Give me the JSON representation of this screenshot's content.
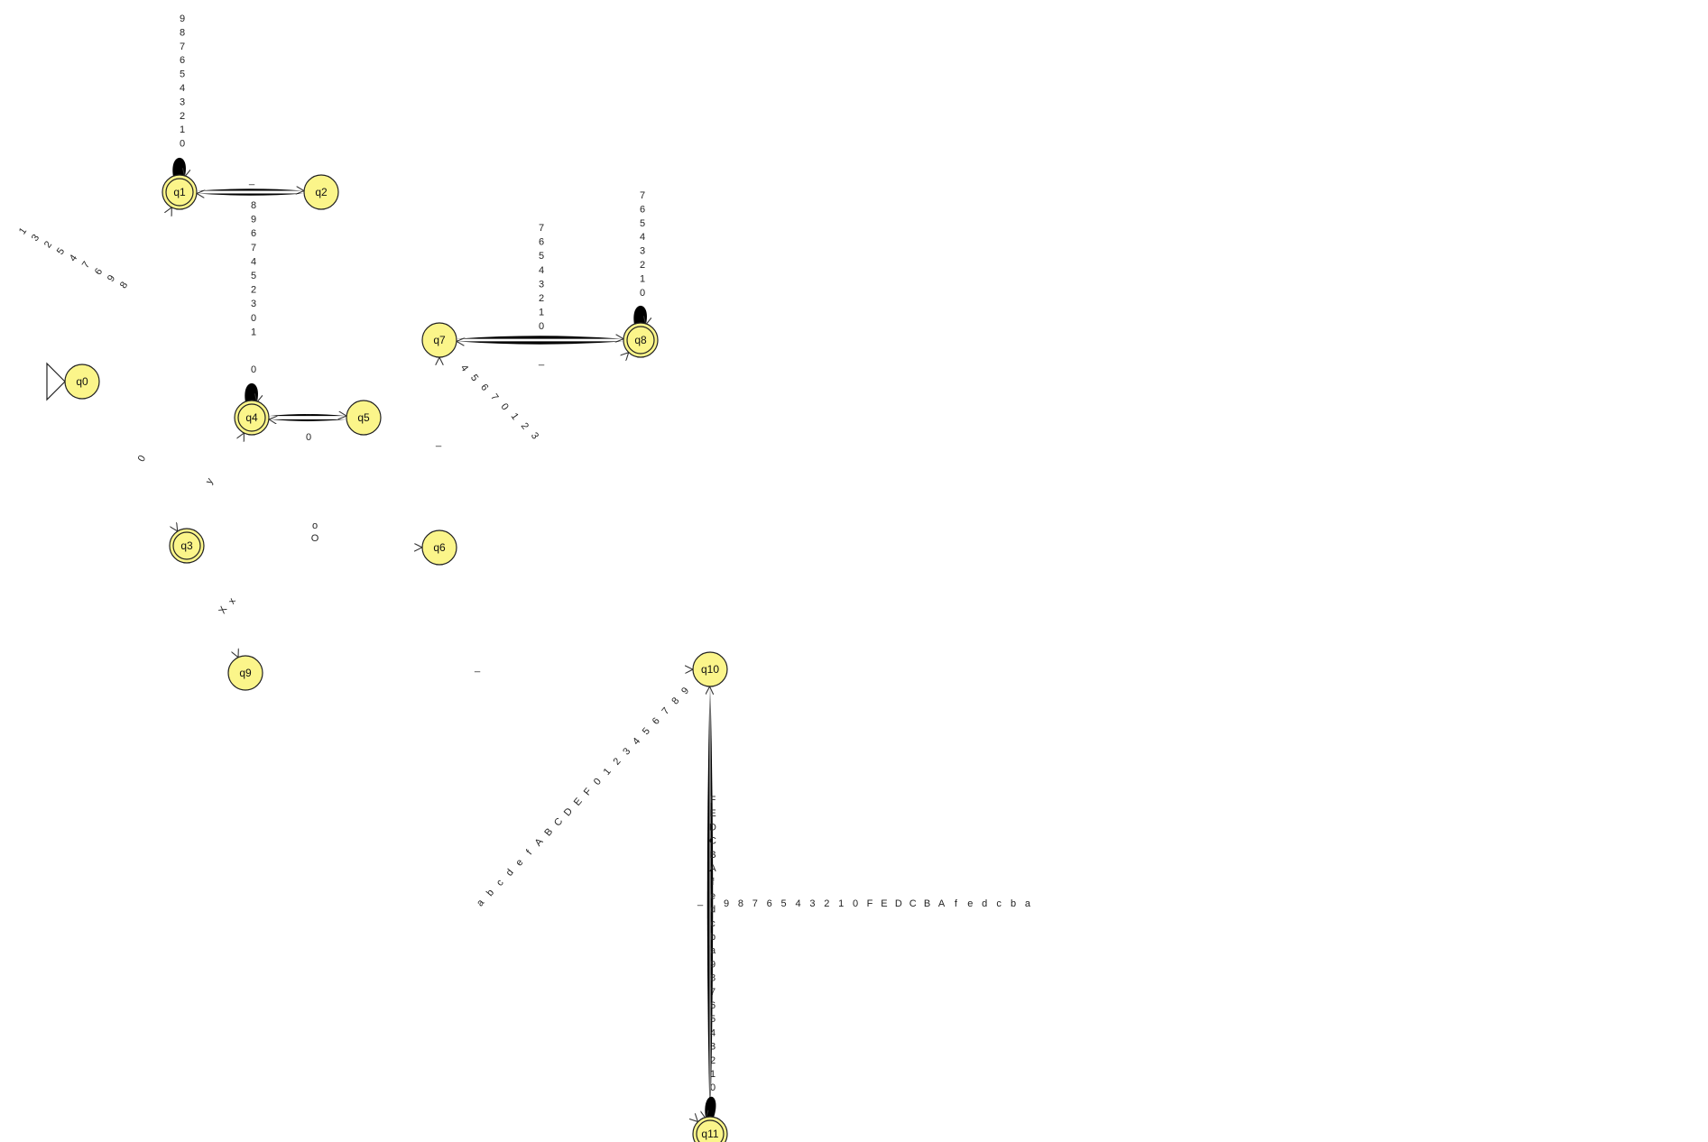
{
  "states": [
    {
      "id": "q0",
      "label": "q0",
      "final": false,
      "initial": true
    },
    {
      "id": "q1",
      "label": "q1",
      "final": true
    },
    {
      "id": "q2",
      "label": "q2",
      "final": false
    },
    {
      "id": "q3",
      "label": "q3",
      "final": true
    },
    {
      "id": "q4",
      "label": "q4",
      "final": true
    },
    {
      "id": "q5",
      "label": "q5",
      "final": false
    },
    {
      "id": "q6",
      "label": "q6",
      "final": false
    },
    {
      "id": "q7",
      "label": "q7",
      "final": false
    },
    {
      "id": "q8",
      "label": "q8",
      "final": true
    },
    {
      "id": "q9",
      "label": "q9",
      "final": false
    },
    {
      "id": "q10",
      "label": "q10",
      "final": false
    },
    {
      "id": "q11",
      "label": "q11",
      "final": true
    }
  ],
  "transitions": {
    "q1_loop": [
      "9",
      "8",
      "7",
      "6",
      "5",
      "4",
      "3",
      "2",
      "1",
      "0"
    ],
    "q0_q1": [
      "1",
      "3",
      "2",
      "5",
      "4",
      "7",
      "6",
      "9",
      "8"
    ],
    "q1_q2": [
      "_"
    ],
    "q2_q1": [
      "8",
      "9",
      "6",
      "7",
      "4",
      "5",
      "2",
      "3",
      "0",
      "1"
    ],
    "q0_q3": [
      "0"
    ],
    "q4_loop": [
      "0"
    ],
    "q4_q5": [
      "_"
    ],
    "q5_q4": [
      "0"
    ],
    "q3_q4": [
      "y"
    ],
    "q3_q6": [
      "o",
      "O"
    ],
    "q6_q7": [
      "_"
    ],
    "q7_q8": [
      "7",
      "6",
      "5",
      "4",
      "3",
      "2",
      "1",
      "0"
    ],
    "q8_q7": [
      "_"
    ],
    "q8_loop": [
      "7",
      "6",
      "5",
      "4",
      "3",
      "2",
      "1",
      "0"
    ],
    "q6_q8": [
      "4",
      "5",
      "6",
      "7",
      "0",
      "1",
      "2",
      "3"
    ],
    "q3_q9": [
      "x",
      "X"
    ],
    "q9_q10": [
      "_"
    ],
    "q9_q11": [
      "a",
      "b",
      "c",
      "d",
      "e",
      "f",
      "A",
      "B",
      "C",
      "D",
      "E",
      "F",
      "0",
      "1",
      "2",
      "3",
      "4",
      "5",
      "6",
      "7",
      "8",
      "9"
    ],
    "q10_q11": [
      "F",
      "E",
      "D",
      "C",
      "B",
      "A",
      "f",
      "e",
      "d",
      "c",
      "b",
      "a",
      "9",
      "8",
      "7",
      "6",
      "5",
      "4",
      "3",
      "2",
      "1",
      "0"
    ],
    "q11_q10": [
      "_"
    ],
    "q11_loop": [
      "9",
      "8",
      "7",
      "6",
      "5",
      "4",
      "3",
      "2",
      "1",
      "0",
      "F",
      "E",
      "D",
      "C",
      "B",
      "A",
      "f",
      "e",
      "d",
      "c",
      "b",
      "a"
    ]
  }
}
